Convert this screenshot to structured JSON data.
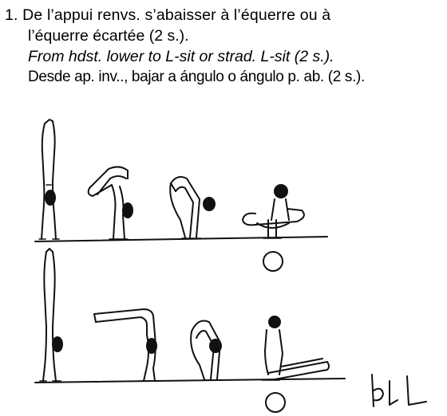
{
  "element": {
    "number": "1.",
    "fr_line1": "De l’appui renvs. s’abaisser à l’équerre ou à",
    "fr_line2": "l’équerre écartée (2 s.).",
    "en_line": "From hdst. lower to L-sit or strad. L-sit (2 s.).",
    "es_line": "Desde ap. inv.., bajar a ángulo o ángulo p. ab. (2 s.)."
  },
  "symbols": {
    "difficulty_circle_icon": "circle-icon",
    "signature_icon": "handwritten-mark-icon"
  }
}
